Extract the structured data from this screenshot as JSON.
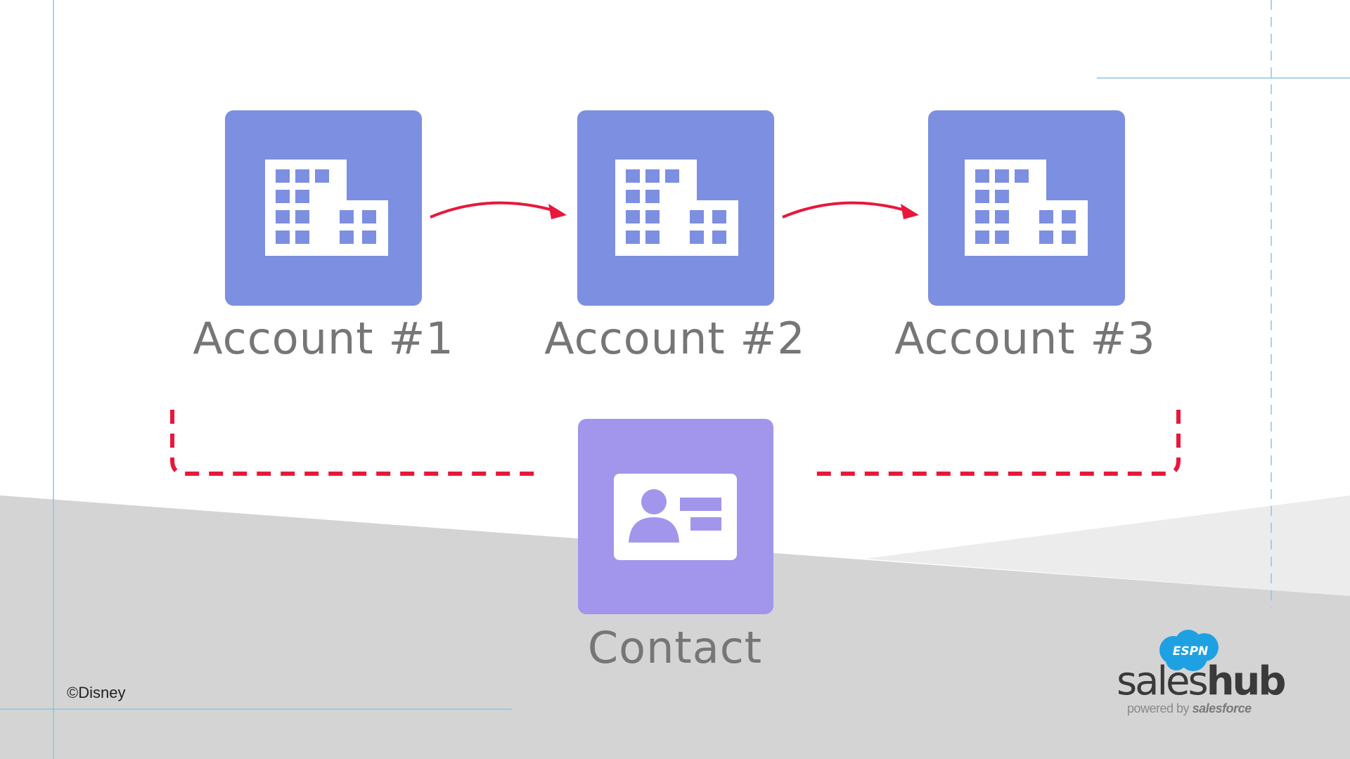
{
  "diagram": {
    "accounts": [
      {
        "label": "Account #1"
      },
      {
        "label": "Account #2"
      },
      {
        "label": "Account #3"
      }
    ],
    "contact": {
      "label": "Contact"
    }
  },
  "footer": {
    "copyright": "©Disney"
  },
  "logo": {
    "badge_text": "ESPN",
    "word_light": "sales",
    "word_bold": "hub",
    "tagline_prefix": "powered by ",
    "tagline_brand": "salesforce"
  },
  "colors": {
    "account_tile": "#7d8fe0",
    "contact_tile": "#a196ec",
    "arrow": "#e8173c",
    "label_text": "#767676",
    "guide_lines": "#8fc3e0",
    "background_band": "#d4d4d4",
    "logo_cloud": "#1ea1e3"
  }
}
